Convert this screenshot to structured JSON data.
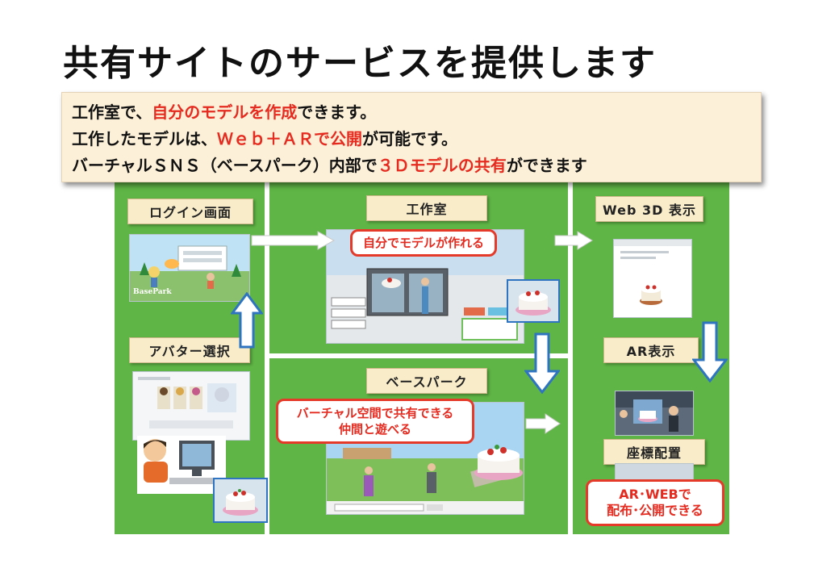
{
  "title": "共有サイトのサービスを提供します",
  "callout": {
    "line1_a": "工作室で、",
    "line1_b": "自分のモデルを作成",
    "line1_c": "できます。",
    "line2_a": "工作したモデルは、",
    "line2_b": "Ｗｅｂ＋ＡＲで公開",
    "line2_c": "が可能です。",
    "line3_a": "バーチャルＳＮＳ（ベースパーク）内部で",
    "line3_b": "３Ｄモデルの共有",
    "line3_c": "ができます"
  },
  "labels": {
    "login": "ログイン画面",
    "avatar": "アバター選択",
    "workshop": "工作室",
    "basepark": "ベースパーク",
    "web3d": "Web 3D 表示",
    "ar": "AR表示",
    "coord": "座標配置"
  },
  "bubbles": {
    "workshop": "自分でモデルが作れる",
    "basepark_1": "バーチャル空間で共有できる",
    "basepark_2": "仲間と遊べる",
    "publish_1": "AR･WEBで",
    "publish_2": "配布･公開できる"
  },
  "shots": {
    "login_logo": "BasePark"
  },
  "colors": {
    "board_green": "#5fb545",
    "label_bg": "#f8ecc9",
    "callout_bg": "#fdf0d8",
    "highlight_red": "#e52b20",
    "arrow_blue": "#2f74c0"
  }
}
